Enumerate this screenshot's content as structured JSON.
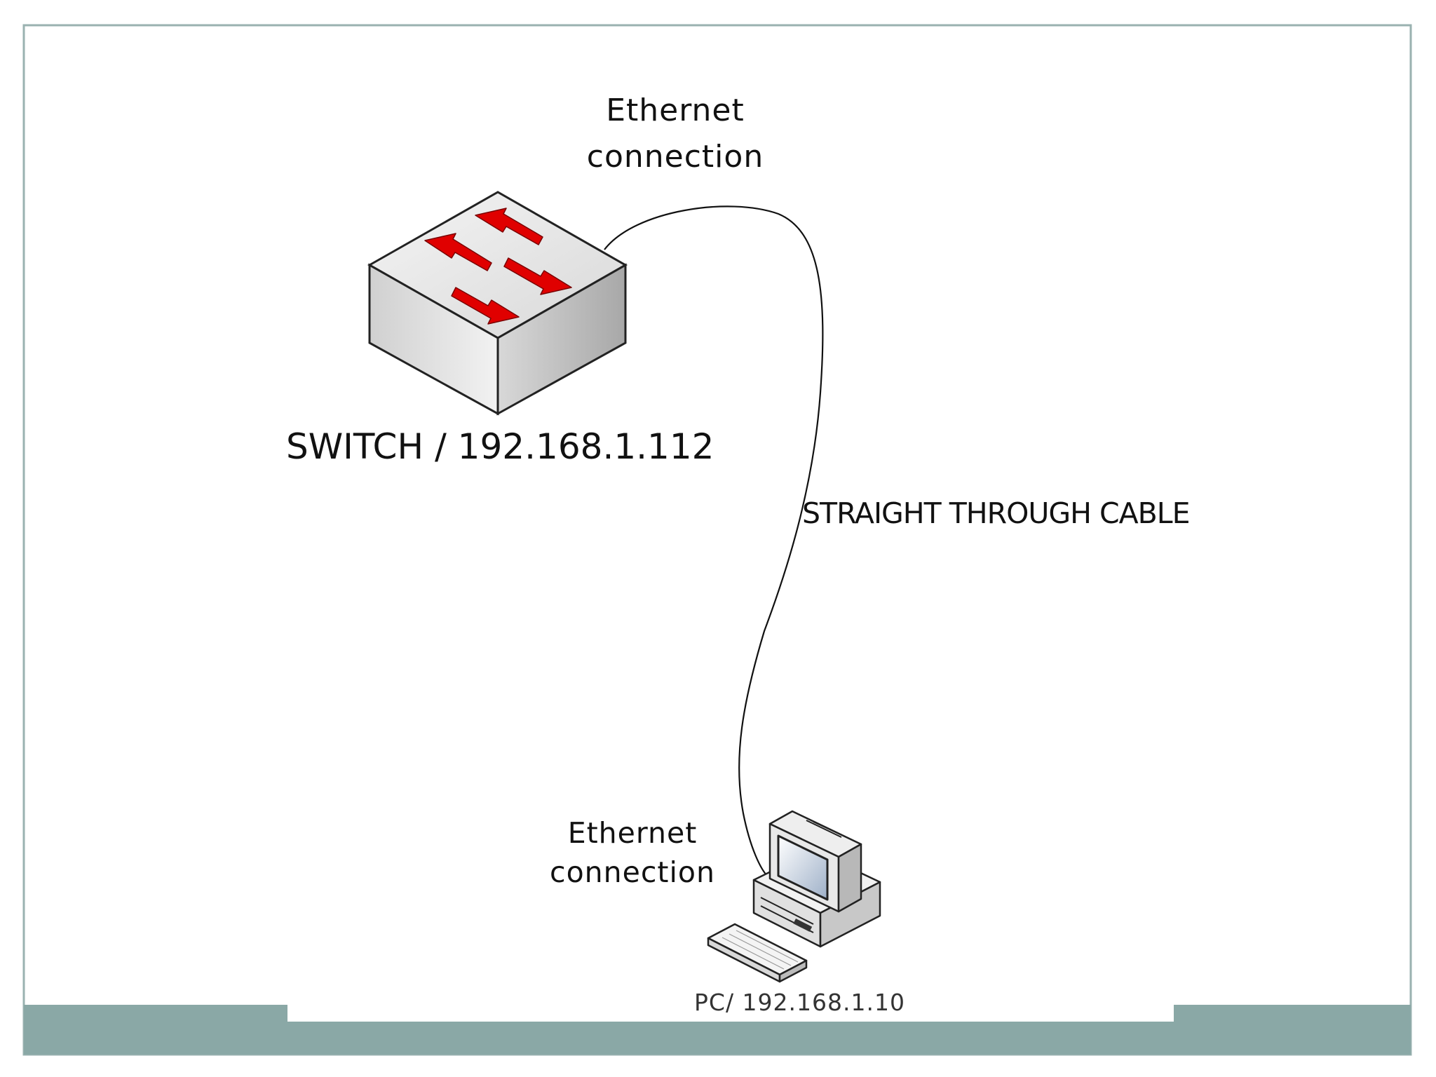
{
  "diagram": {
    "labels": {
      "ethernet_top": [
        "Ethernet",
        "connection"
      ],
      "switch": "SWITCH / 192.168.1.112",
      "cable": "STRAIGHT THROUGH CABLE",
      "ethernet_bottom": [
        "Ethernet",
        "connection"
      ],
      "pc": "PC/ 192.168.1.10"
    },
    "nodes": [
      {
        "id": "switch",
        "icon": "network-switch-icon"
      },
      {
        "id": "pc",
        "icon": "desktop-computer-icon"
      }
    ],
    "edges": [
      {
        "from": "switch",
        "to": "pc",
        "label_ref": "cable"
      }
    ],
    "colors": {
      "frame": "#8aa8a6",
      "arrow": "#e00000",
      "switch_top": "#e6e6e6",
      "switch_side": "#c4c4c4"
    }
  }
}
